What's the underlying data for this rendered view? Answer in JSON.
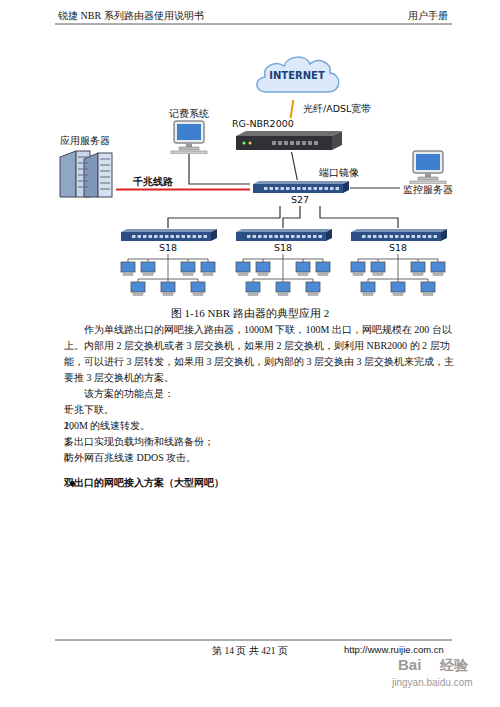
{
  "diagram": {
    "caption": "图 1-16 NBR 路由器的典型应用 2",
    "nodes": [
      {
        "text": [
          "INTERNET"
        ]
      },
      {
        "text": [
          "记费系统"
        ]
      },
      {
        "text": [
          "RG-NBR2000"
        ]
      },
      {
        "text": [
          "应用服务器"
        ]
      },
      {
        "text": [
          "S27"
        ]
      },
      {
        "text": [
          "监控服务器"
        ]
      },
      {
        "text": [
          "S18"
        ]
      },
      {
        "text": [
          "S18"
        ]
      },
      {
        "text": [
          "S18"
        ]
      }
    ],
    "edges": [
      {
        "from": 0,
        "to": 2,
        "label": "光纤/ADSL宽带",
        "arrow": "none"
      },
      {
        "from": 2,
        "to": 4,
        "arrow": "none"
      },
      {
        "from": 1,
        "to": 4,
        "arrow": "none"
      },
      {
        "from": 3,
        "to": 4,
        "label": "千兆线路",
        "arrow": "none"
      },
      {
        "from": 4,
        "to": 5,
        "label": "端口镜像",
        "arrow": "none"
      },
      {
        "from": 4,
        "to": 6,
        "arrow": "none"
      },
      {
        "from": 4,
        "to": 7,
        "arrow": "none"
      },
      {
        "from": 4,
        "to": 8,
        "arrow": "none"
      }
    ],
    "labels": [
      "锐捷 NBR 系列路由器使用说明书",
      "用户手册",
      "作为单线路出口的网吧接入路由器，1000M 下联，100M 出口，网吧规模在 200 台以上。内部用 2 层交换机或者 3 层交换机，如果用 2 层交换机，则利用 NBR2000 的 2 层功能，可以进行 3 层转发，如果用 3 层交换机，则内部的 3 层交换由 3 层交换机来完成，主要推 3 层交换机的方案。",
      "该方案的功能点是：",
      "1、",
      "千兆下联。",
      "2、",
      "100M 的线速转发。",
      "3、",
      "多出口实现负载均衡和线路备份；",
      "4、",
      "防外网百兆线速 DDOS 攻击。",
      "双出口的网吧接入方案（大型网吧）",
      "第 14 页 共 421 页",
      "http://www.ruijie.com.cn",
      "Bai",
      "经验",
      "jingyan.baidu.com"
    ]
  }
}
